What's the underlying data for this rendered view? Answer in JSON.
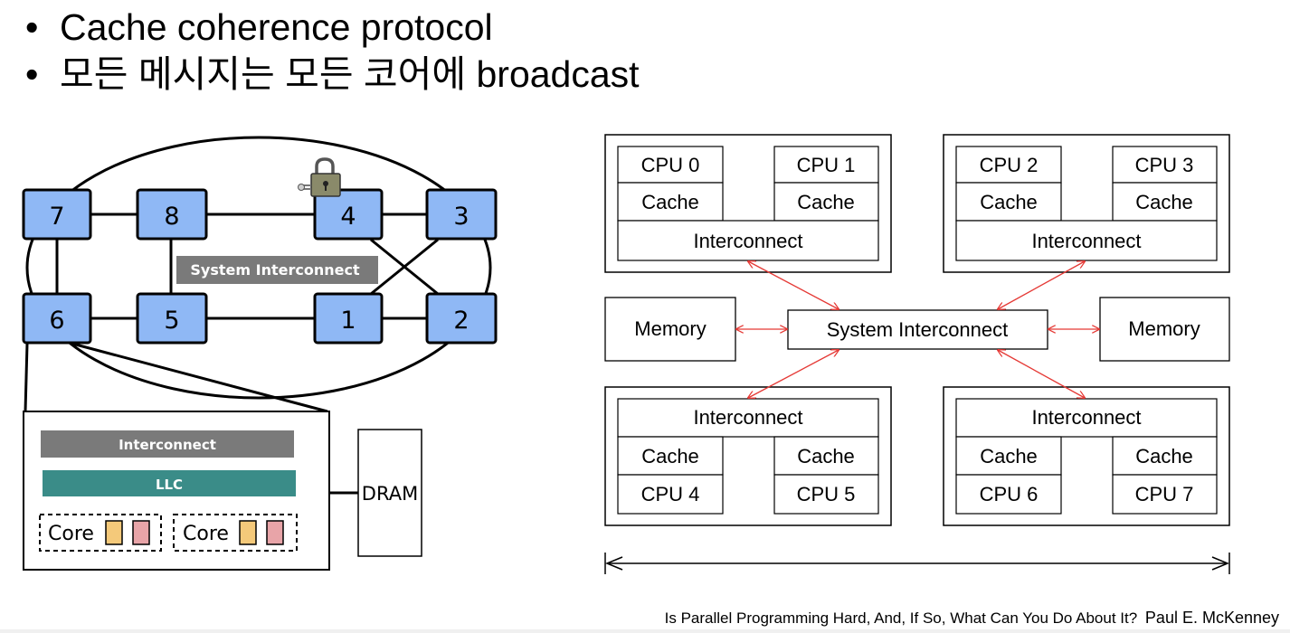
{
  "bullets": [
    "Cache coherence protocol",
    "모든 메시지는 모든 코어에 broadcast"
  ],
  "left_diagram": {
    "nodes": [
      "7",
      "8",
      "4",
      "3",
      "6",
      "5",
      "1",
      "2"
    ],
    "system_interconnect": "System Interconnect",
    "detail": {
      "interconnect": "Interconnect",
      "llc": "LLC",
      "cores": [
        "Core",
        "Core"
      ],
      "dram": "DRAM"
    }
  },
  "right_diagram": {
    "top_groups": [
      {
        "cpus": [
          "CPU 0",
          "CPU 1"
        ],
        "caches": [
          "Cache",
          "Cache"
        ],
        "interconnect": "Interconnect"
      },
      {
        "cpus": [
          "CPU 2",
          "CPU 3"
        ],
        "caches": [
          "Cache",
          "Cache"
        ],
        "interconnect": "Interconnect"
      }
    ],
    "bottom_groups": [
      {
        "cpus": [
          "CPU 4",
          "CPU 5"
        ],
        "caches": [
          "Cache",
          "Cache"
        ],
        "interconnect": "Interconnect"
      },
      {
        "cpus": [
          "CPU 6",
          "CPU 7"
        ],
        "caches": [
          "Cache",
          "Cache"
        ],
        "interconnect": "Interconnect"
      }
    ],
    "memory": [
      "Memory",
      "Memory"
    ],
    "system_interconnect": "System Interconnect"
  },
  "citation": {
    "title": "Is Parallel Programming  Hard, And, If So, What Can You Do About It?",
    "author": "Paul E. McKenney"
  },
  "colors": {
    "node_fill": "#8fb8f5",
    "interconnect_gray": "#7a7a7a",
    "llc_teal": "#3a8c88",
    "core_yellow": "#f4c97a",
    "core_pink": "#e8a4a8",
    "arrow_red": "#e53935"
  }
}
